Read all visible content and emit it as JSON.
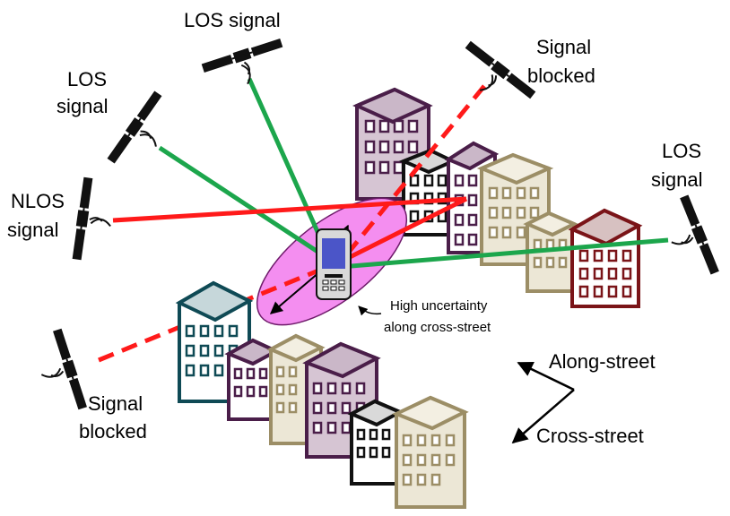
{
  "labels": {
    "los_top": "LOS signal",
    "los_left_1": "LOS",
    "los_left_2": "signal",
    "nlos_1": "NLOS",
    "nlos_2": "signal",
    "blocked_top_1": "Signal",
    "blocked_top_2": "blocked",
    "los_right_1": "LOS",
    "los_right_2": "signal",
    "blocked_bottom_1": "Signal",
    "blocked_bottom_2": "blocked",
    "uncertainty_1": "High uncertainty",
    "uncertainty_2": "along cross-street",
    "along_street": "Along-street",
    "cross_street": "Cross-street"
  },
  "colors": {
    "los_line": "#1ca64c",
    "nlos_line": "#ff1a1a",
    "uncertainty_fill": "#f48ef0",
    "satellite": "#111111"
  },
  "icons": [
    "satellite-icon",
    "smartphone-icon",
    "building-icon"
  ]
}
